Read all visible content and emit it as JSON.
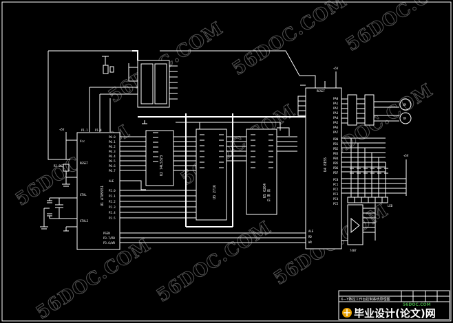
{
  "watermark": "56DOC.COM",
  "mcu": {
    "name": "U1 AT89S51",
    "pins_top": [
      "P1.1",
      "P1.4"
    ],
    "pins_left": [
      "RESET",
      "XTAL",
      "XTAL2"
    ],
    "vcc": "Vcc",
    "pins_right": [
      "P0.0",
      "P0.1",
      "P0.2",
      "P0.3",
      "P0.4",
      "P0.5",
      "P0.6",
      "P0.7",
      "ALE",
      "P2.0",
      "P2.1",
      "P2.2",
      "P2.3",
      "P2.4",
      "P2.5"
    ],
    "pins_bottom": [
      "PSEN",
      "P3.7/RD",
      "P3.6/WR"
    ],
    "supply": "+5V",
    "reset_resistor": "R2 8K2"
  },
  "latch": {
    "name": "U2 74LS373"
  },
  "eprom": {
    "name": "U3 2716"
  },
  "ram": {
    "name": "U5 6264",
    "pins_bottom": [
      "OE",
      "WE",
      "CE"
    ]
  },
  "ppi": {
    "name": "U4 8155",
    "top_pin": "RESET",
    "right_pins": [
      "PA0",
      "PA1",
      "PA2",
      "PA3",
      "PA4",
      "PA5",
      "PA6",
      "PA7",
      "PB0",
      "PB1",
      "PB2",
      "PB3",
      "PB4",
      "PB5",
      "PB6",
      "PB7",
      "PC0",
      "PC1",
      "PC2",
      "PC3",
      "PC4",
      "PC5"
    ],
    "bottom_pins": [
      "ALE",
      "RD",
      "WR"
    ],
    "supply": "+5V"
  },
  "motors": [
    "XM",
    "YM"
  ],
  "led_label": "LED",
  "driver_label": "7407",
  "plus5": "+5V",
  "title_block": {
    "title": "X—Y数控工作台控制系统原理图",
    "logo_domain": "56DOC.COM",
    "logo_text": "毕业设计(论文)网"
  }
}
